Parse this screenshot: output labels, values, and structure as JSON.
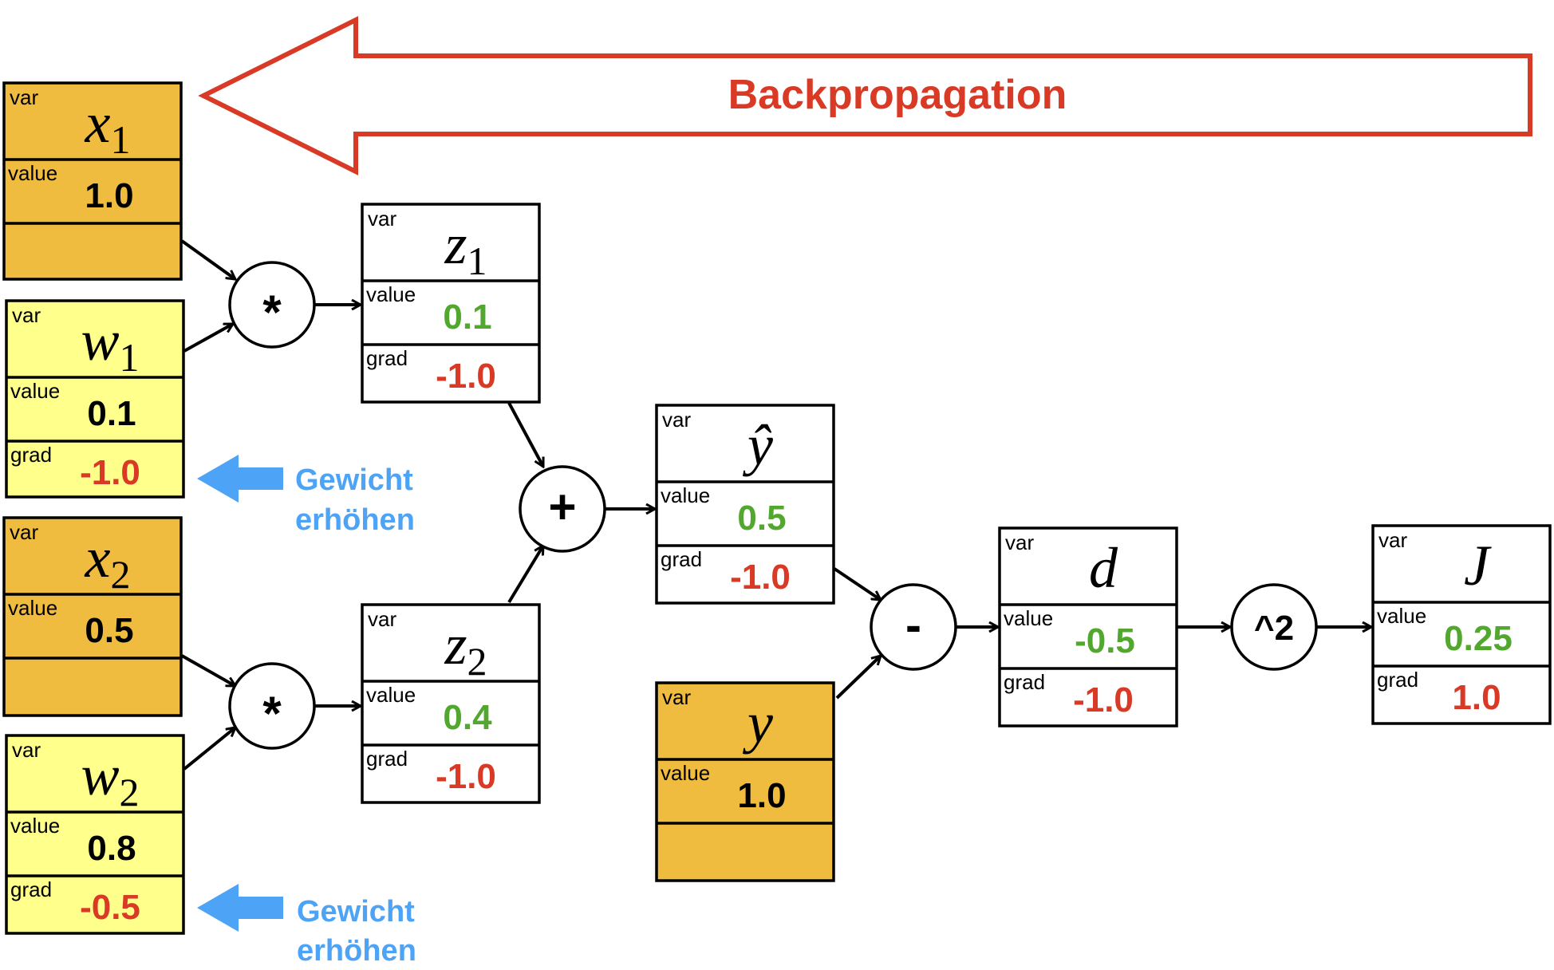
{
  "colors": {
    "input_orange": "#F0BC40",
    "weight_yellow": "#FFFF8C",
    "value_green": "#52A82E",
    "grad_red": "#D93A26",
    "hint_blue": "#4DA3F5",
    "banner_red": "#D93A26",
    "stroke": "#000000"
  },
  "banner": {
    "text": "Backpropagation"
  },
  "labels": {
    "var": "var",
    "value": "value",
    "grad": "grad"
  },
  "nodes": [
    {
      "id": "x1",
      "kind": "input",
      "name": "x",
      "sub": "1",
      "value": "1.0"
    },
    {
      "id": "w1",
      "kind": "weight",
      "name": "w",
      "sub": "1",
      "value": "0.1",
      "grad": "-1.0"
    },
    {
      "id": "x2",
      "kind": "input",
      "name": "x",
      "sub": "2",
      "value": "0.5"
    },
    {
      "id": "w2",
      "kind": "weight",
      "name": "w",
      "sub": "2",
      "value": "0.8",
      "grad": "-0.5"
    },
    {
      "id": "z1",
      "kind": "intermediate",
      "name": "z",
      "sub": "1",
      "value": "0.1",
      "grad": "-1.0"
    },
    {
      "id": "z2",
      "kind": "intermediate",
      "name": "z",
      "sub": "2",
      "value": "0.4",
      "grad": "-1.0"
    },
    {
      "id": "yhat",
      "kind": "intermediate",
      "name": "ŷ",
      "sub": "",
      "value": "0.5",
      "grad": "-1.0"
    },
    {
      "id": "y",
      "kind": "input",
      "name": "y",
      "sub": "",
      "value": "1.0"
    },
    {
      "id": "d",
      "kind": "intermediate",
      "name": "d",
      "sub": "",
      "value": "-0.5",
      "grad": "-1.0"
    },
    {
      "id": "J",
      "kind": "intermediate",
      "name": "J",
      "sub": "",
      "value": "0.25",
      "grad": "1.0"
    }
  ],
  "ops": [
    {
      "id": "mul1",
      "symbol": "*"
    },
    {
      "id": "mul2",
      "symbol": "*"
    },
    {
      "id": "add",
      "symbol": "+"
    },
    {
      "id": "sub",
      "symbol": "-"
    },
    {
      "id": "pow",
      "symbol": "^2"
    }
  ],
  "hints": [
    {
      "id": "hint1",
      "line1": "Gewicht",
      "line2": "erhöhen"
    },
    {
      "id": "hint2",
      "line1": "Gewicht",
      "line2": "erhöhen"
    }
  ],
  "edges": [
    [
      "x1",
      "mul1"
    ],
    [
      "w1",
      "mul1"
    ],
    [
      "mul1",
      "z1"
    ],
    [
      "x2",
      "mul2"
    ],
    [
      "w2",
      "mul2"
    ],
    [
      "mul2",
      "z2"
    ],
    [
      "z1",
      "add"
    ],
    [
      "z2",
      "add"
    ],
    [
      "add",
      "yhat"
    ],
    [
      "yhat",
      "sub"
    ],
    [
      "y",
      "sub"
    ],
    [
      "sub",
      "d"
    ],
    [
      "d",
      "pow"
    ],
    [
      "pow",
      "J"
    ]
  ]
}
